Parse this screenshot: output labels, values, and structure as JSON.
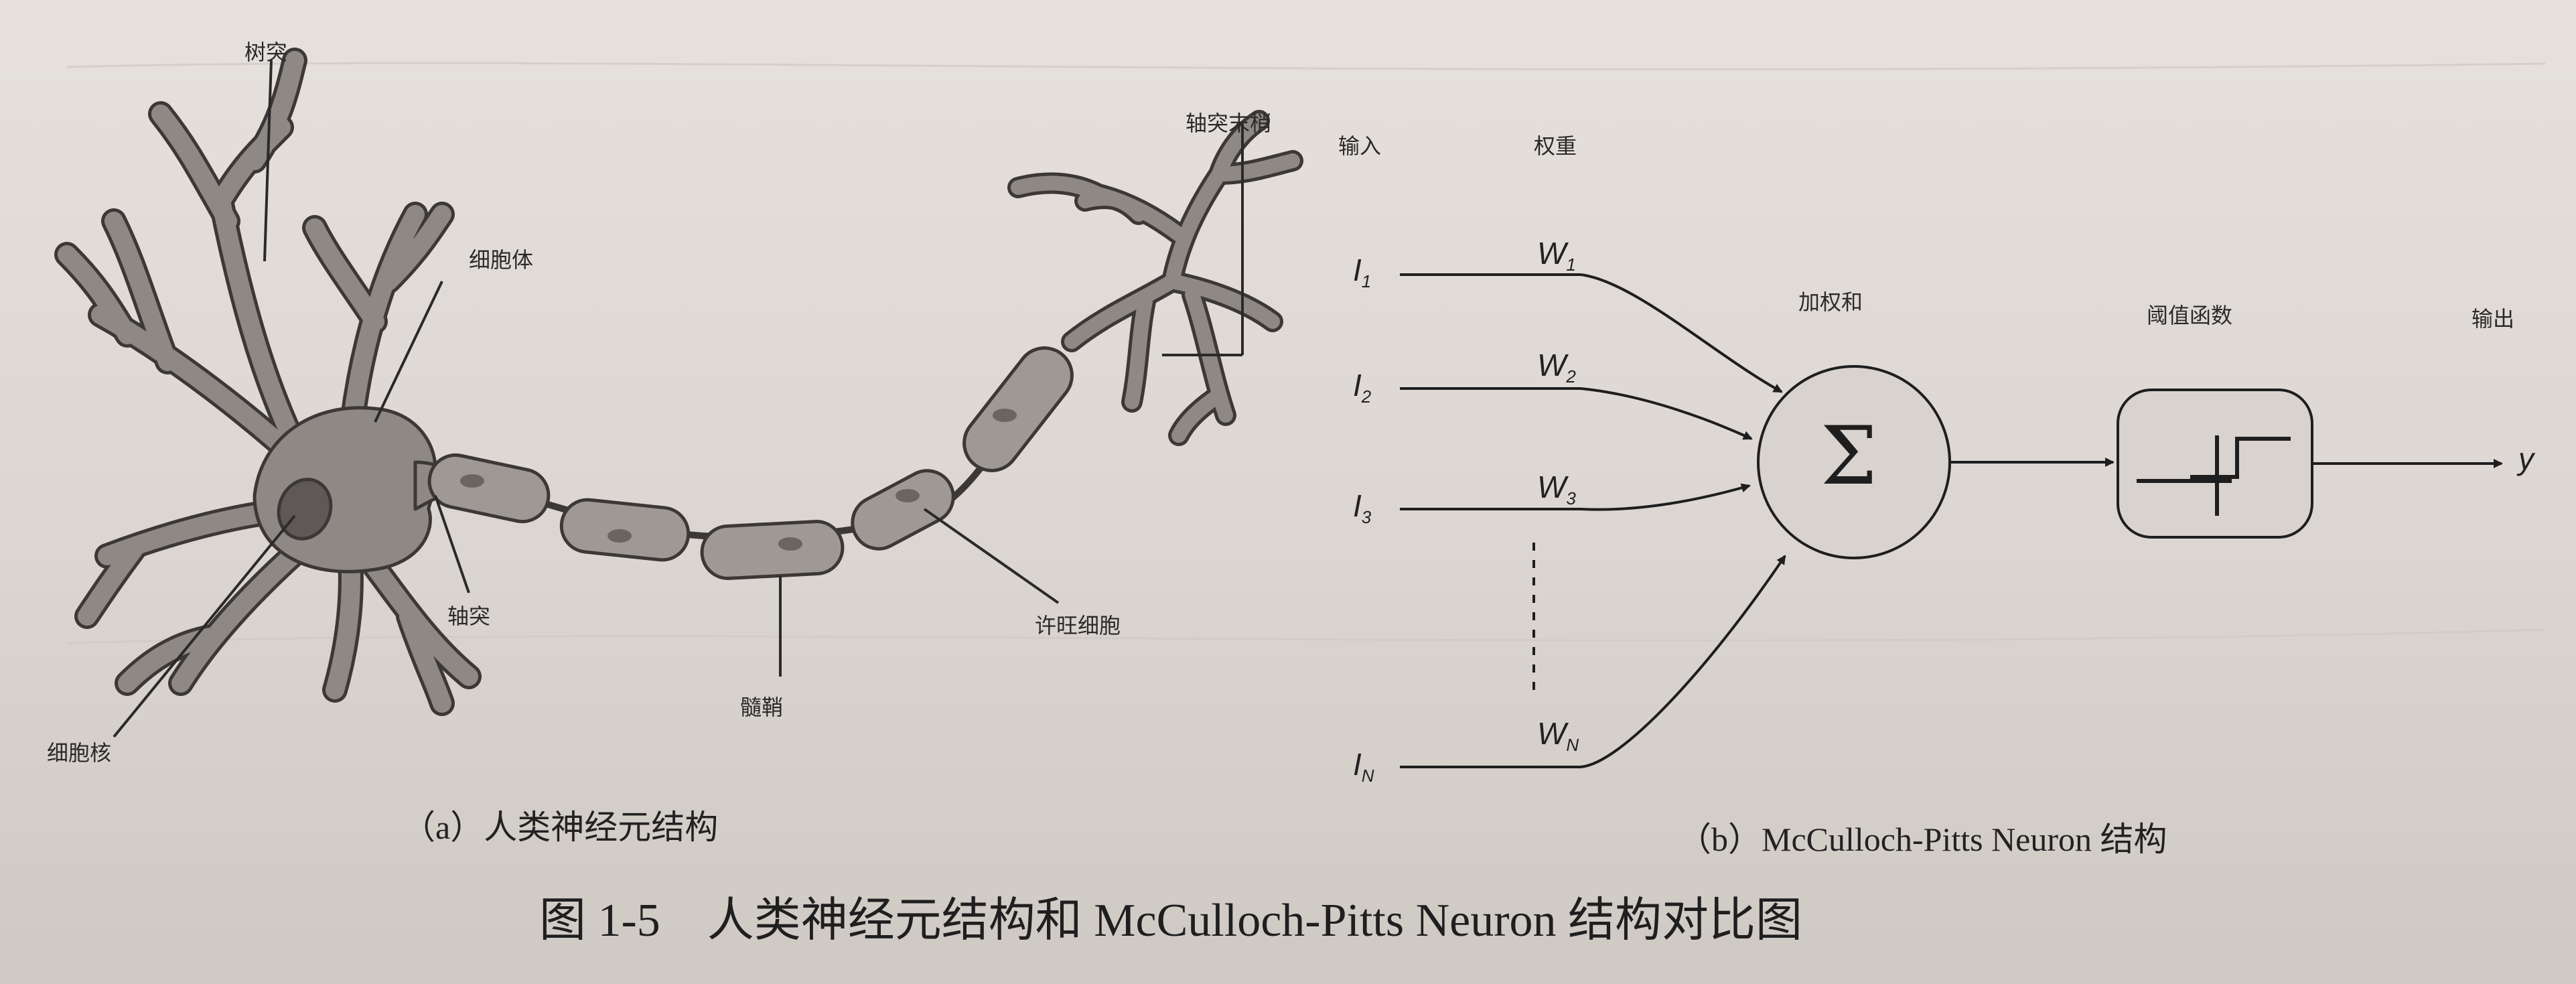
{
  "neuron": {
    "dendrite": "树突",
    "cell_body": "细胞体",
    "nucleus": "细胞核",
    "axon": "轴突",
    "myelin": "髓鞘",
    "schwann": "许旺细胞",
    "axon_terminal": "轴突末梢",
    "subcaption": "（a）人类神经元结构"
  },
  "mp": {
    "input_header": "输入",
    "weight_header": "权重",
    "sum_header": "加权和",
    "threshold_header": "阈值函数",
    "output_header": "输出",
    "inputs": [
      {
        "name": "I",
        "sub": "1"
      },
      {
        "name": "I",
        "sub": "2"
      },
      {
        "name": "I",
        "sub": "3"
      },
      {
        "name": "I",
        "sub": "N"
      }
    ],
    "weights": [
      {
        "name": "W",
        "sub": "1"
      },
      {
        "name": "W",
        "sub": "2"
      },
      {
        "name": "W",
        "sub": "3"
      },
      {
        "name": "W",
        "sub": "N"
      }
    ],
    "sum_symbol": "Σ",
    "output_symbol": "y",
    "subcaption": "（b）McCulloch-Pitts Neuron 结构"
  },
  "caption": "图 1-5　人类神经元结构和 McCulloch-Pitts Neuron 结构对比图"
}
